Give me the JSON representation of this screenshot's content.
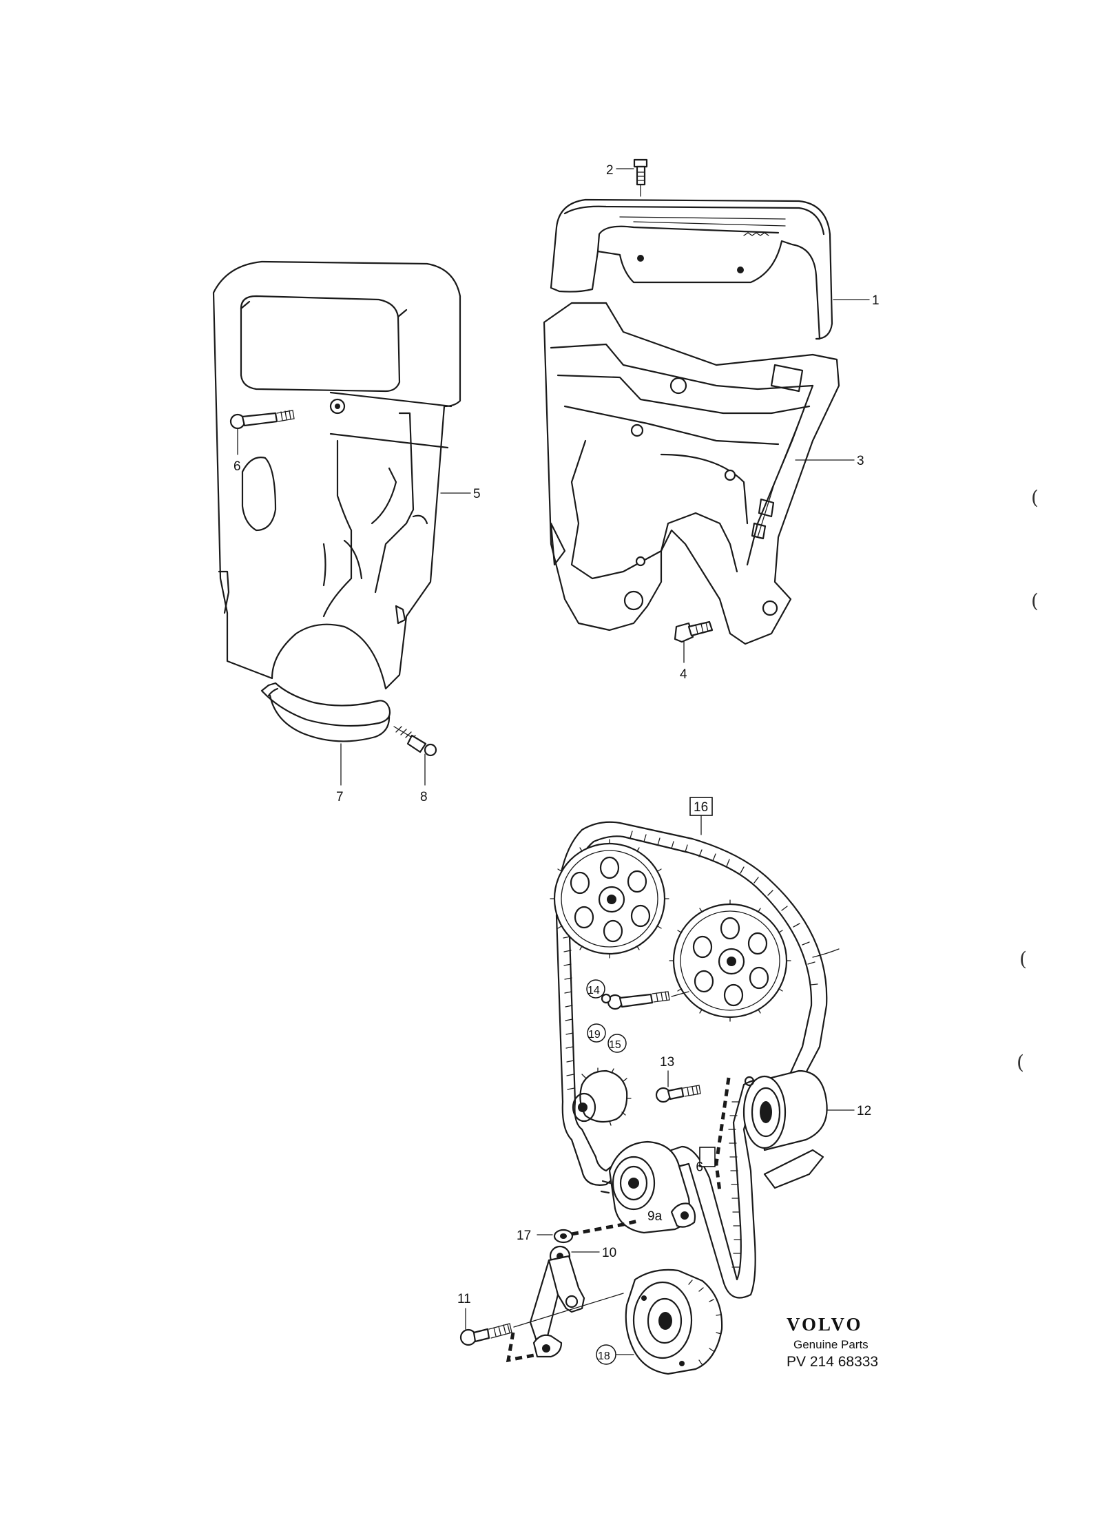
{
  "labels": {
    "p1": "1",
    "p2": "2",
    "p3": "3",
    "p4": "4",
    "p5": "5",
    "p6": "6",
    "p7": "7",
    "p8": "8",
    "p9": "9",
    "p9a": "9a",
    "p10": "10",
    "p11": "11",
    "p12": "12",
    "p13": "13",
    "p14": "14",
    "p15": "15",
    "p16": "16",
    "p17": "17",
    "p18": "18",
    "p19": "19"
  },
  "brand": {
    "name": "VOLVO",
    "subtitle": "Genuine Parts",
    "code": "PV 214 68333"
  },
  "margin_marks": [
    "(",
    "(",
    "(",
    "("
  ]
}
